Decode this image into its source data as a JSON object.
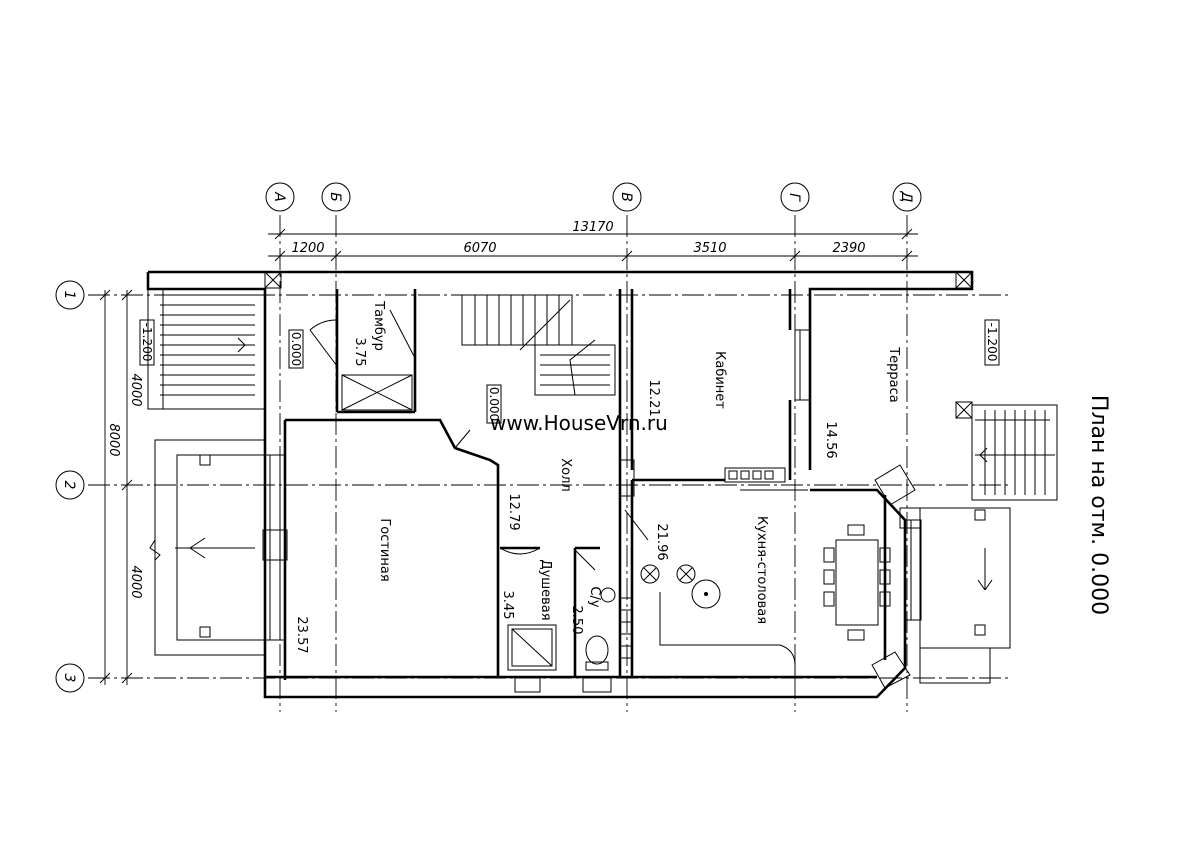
{
  "title": "План на отм. 0.000",
  "watermark": "www.HouseVrn.ru",
  "axes_letters": [
    "А",
    "Б",
    "В",
    "Г",
    "Д"
  ],
  "axes_numbers": [
    "1",
    "2",
    "3"
  ],
  "dimensions": {
    "total": "13170",
    "segments": [
      "1200",
      "6070",
      "3510",
      "2390"
    ],
    "vertical_total": "8000",
    "vertical_segments": [
      "4000",
      "4000"
    ]
  },
  "levels": {
    "left_porch": "-1.200",
    "right_porch": "-1.200",
    "vestibule": "0.000",
    "hall": "0.000"
  },
  "rooms": {
    "vestibule": {
      "name": "Тамбур",
      "area": "3.75"
    },
    "hall": {
      "name": "Холл",
      "area": "12.79"
    },
    "stair_area": "12.21",
    "office": {
      "name": "Кабинет"
    },
    "terrace": {
      "name": "Терраса",
      "area": "14.56"
    },
    "living": {
      "name": "Гостиная",
      "area": "23.57"
    },
    "shower": {
      "name": "Душевая",
      "area": "3.45"
    },
    "wc": {
      "name": "С/у",
      "area": "2.50"
    },
    "kitchen": {
      "name": "Кухня-столовая",
      "area": "21.96"
    }
  },
  "icons": [
    "arrow-icon",
    "table-icon",
    "stove-icon",
    "toilet-icon",
    "shower-icon"
  ]
}
